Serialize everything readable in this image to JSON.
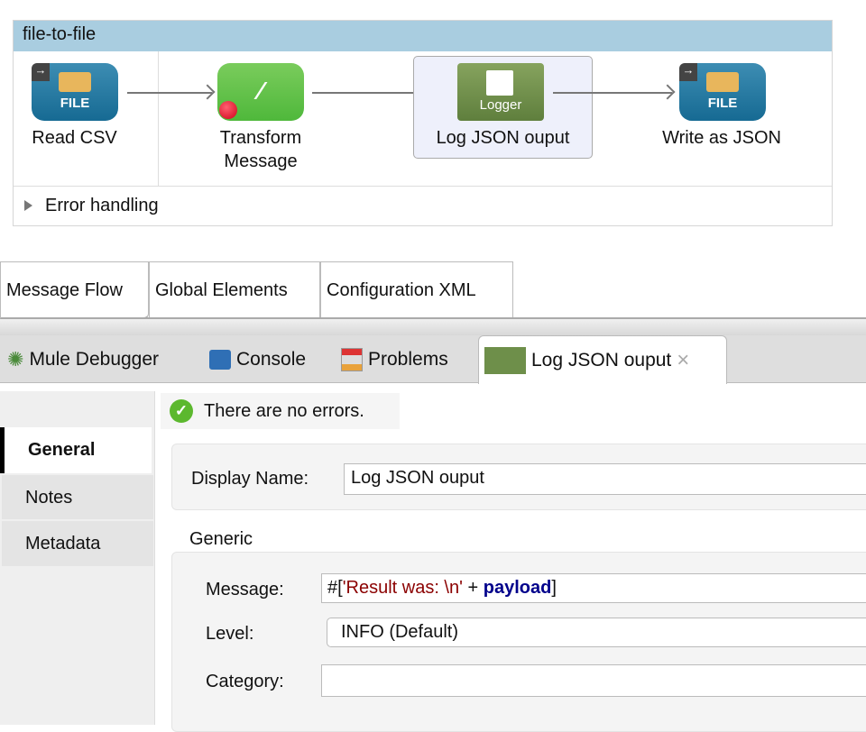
{
  "flow": {
    "title": "file-to-file",
    "error_handling": "Error handling",
    "nodes": [
      {
        "label": "Read CSV",
        "icon": "file-icon",
        "icon_text": "FILE"
      },
      {
        "label": "Transform Message",
        "icon": "transform-icon",
        "has_breakpoint": true
      },
      {
        "label": "Log JSON ouput",
        "icon": "logger-icon",
        "icon_text": "Logger",
        "selected": true
      },
      {
        "label": "Write as JSON",
        "icon": "file-icon",
        "icon_text": "FILE"
      }
    ]
  },
  "editor_tabs": [
    {
      "label": "Message Flow",
      "active": true
    },
    {
      "label": "Global Elements"
    },
    {
      "label": "Configuration XML"
    }
  ],
  "view_tabs": [
    {
      "label": "Mule Debugger",
      "icon": "bug-icon"
    },
    {
      "label": "Console",
      "icon": "console-icon"
    },
    {
      "label": "Problems",
      "icon": "problems-icon"
    },
    {
      "label": "Log JSON ouput",
      "icon": "logger-icon",
      "active": true,
      "close": "×"
    }
  ],
  "sidebar": {
    "items": [
      {
        "label": "General",
        "active": true
      },
      {
        "label": "Notes"
      },
      {
        "label": "Metadata"
      }
    ]
  },
  "status": {
    "text": "There are no errors.",
    "icon": "check-circle-icon"
  },
  "form": {
    "display_name_label": "Display Name:",
    "display_name_value": "Log JSON ouput",
    "section": "Generic",
    "message_label": "Message:",
    "message_parts": {
      "prefix": "#[",
      "string": "'Result was: \\n'",
      "op": " + ",
      "keyword": "payload",
      "suffix": "]"
    },
    "level_label": "Level:",
    "level_value": "INFO (Default)",
    "category_label": "Category:",
    "category_value": ""
  },
  "colors": {
    "flow_header": "#a9cde0",
    "file_icon": "#1d6f98",
    "transform_icon": "#5ec04a",
    "logger_icon": "#6e8f4a",
    "string": "#8b0000",
    "keyword": "#00008b"
  }
}
